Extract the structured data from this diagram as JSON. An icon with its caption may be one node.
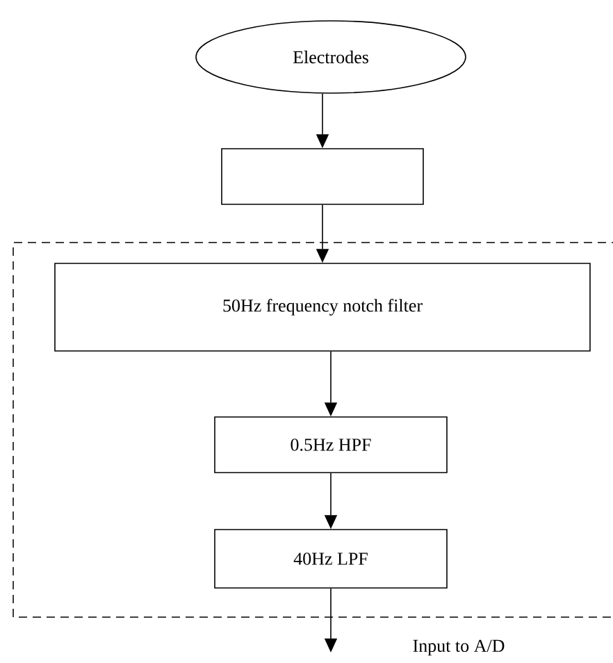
{
  "diagram": {
    "nodes": [
      {
        "text": [
          "Electrodes"
        ]
      },
      {
        "text": [],
        "shape": "box"
      },
      {
        "text": [],
        "shape": "box"
      },
      {
        "text": [
          "50Hz frequency notch filter"
        ],
        "in": 2
      },
      {
        "text": [
          "0.5Hz HPF"
        ],
        "in": 2
      },
      {
        "text": [
          "40Hz LPF"
        ],
        "in": 2
      }
    ],
    "edges": [
      {
        "from": 0,
        "to": 1,
        "arrow": "to"
      },
      {
        "from": 1,
        "to": 3,
        "arrow": "to"
      },
      {
        "from": 3,
        "to": 4,
        "arrow": "to"
      },
      {
        "from": 4,
        "to": 5,
        "arrow": "to"
      },
      {
        "from": 5,
        "to": null,
        "arrow": "to"
      }
    ],
    "labels": [
      "Input to A/D"
    ]
  }
}
